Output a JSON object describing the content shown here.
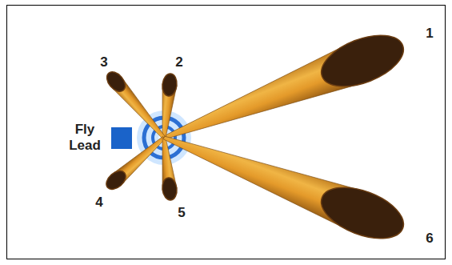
{
  "diagram": {
    "labels": [
      "1",
      "2",
      "3",
      "4",
      "5",
      "6",
      "Fly Lead"
    ]
  }
}
